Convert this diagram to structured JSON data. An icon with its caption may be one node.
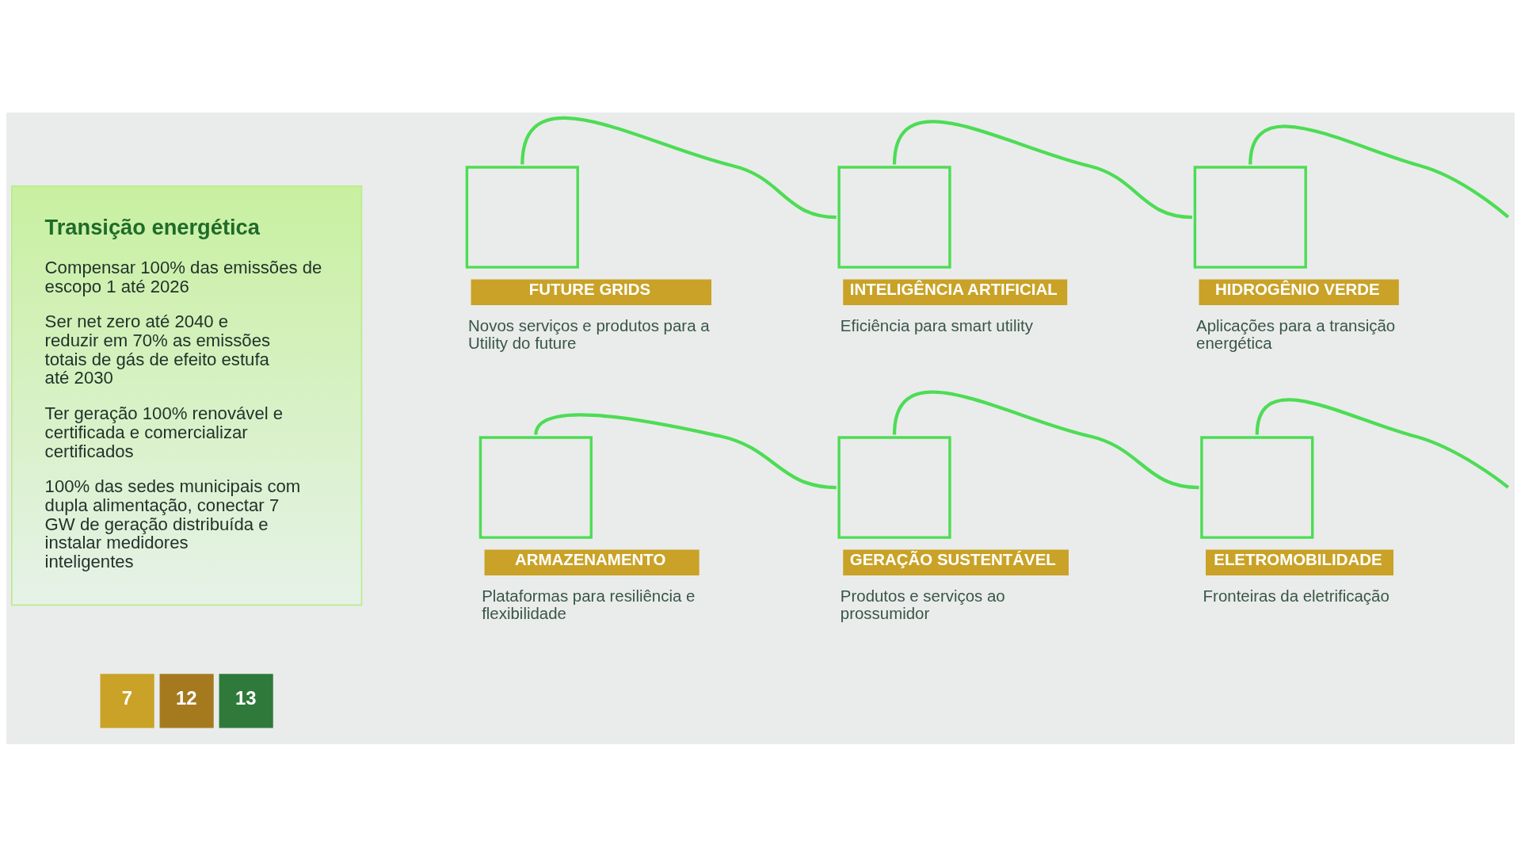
{
  "diagram": {
    "nodes": [
      {
        "text": [
          "Transição energética",
          "Compensar 100% das emissões de escopo 1 até 2026",
          "Ser net zero até 2040 e reduzir em 70% as emissões totais de gás de efeito estufa até 2030",
          "Ter geração 100% renovável e certificada e comercializar certificados",
          "100% das sedes municipais com dupla alimentação, conectar 7 GW de geração distribuída e instalar medidores inteligentes"
        ]
      },
      {
        "text": [
          "FUTURE GRIDS",
          "Novos serviços e produtos para a Utility do future"
        ]
      },
      {
        "text": [
          "INTELIGÊNCIA ARTIFICIAL",
          "Eficiência para smart utility"
        ]
      },
      {
        "text": [
          "HIDROGÊNIO VERDE",
          "Aplicações para a transição energética"
        ]
      },
      {
        "text": [
          "ARMAZENAMENTO",
          "Plataformas para resiliência e flexibilidade"
        ]
      },
      {
        "text": [
          "GERAÇÃO SUSTENTÁVEL",
          "Produtos e serviços ao prossumidor"
        ]
      },
      {
        "text": [
          "ELETROMOBILIDADE",
          "Fronteiras da eletrificação"
        ]
      }
    ],
    "edges": [
      {
        "from": 1,
        "to": 2,
        "arrow": "none"
      },
      {
        "from": 2,
        "to": 3,
        "arrow": "none"
      },
      {
        "from": 3,
        "to": null,
        "arrow": "none"
      },
      {
        "from": 4,
        "to": 5,
        "arrow": "none"
      },
      {
        "from": 5,
        "to": 6,
        "arrow": "none"
      },
      {
        "from": 6,
        "to": null,
        "arrow": "none"
      }
    ],
    "labels": [
      "7",
      "12",
      "13"
    ]
  }
}
